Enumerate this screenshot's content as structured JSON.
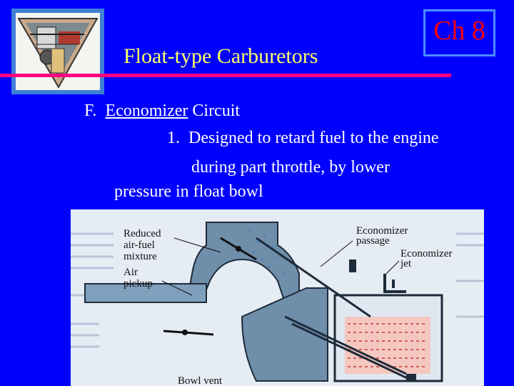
{
  "slide": {
    "title": "Float-type Carburetors",
    "chapter": "Ch 8"
  },
  "content": {
    "section_marker": "F.",
    "section_heading_underlined": "Economizer",
    "section_heading_rest": " Circuit",
    "item_number": "1.",
    "item_line1": "Designed to retard fuel to the engine",
    "item_line2": "during part throttle, by lower",
    "item_line3": "pressure in float bowl"
  },
  "diagram": {
    "label_reduced": "Reduced",
    "label_air_fuel": "air-fuel",
    "label_mixture": "mixture",
    "label_air": "Air",
    "label_pickup": "pickup",
    "label_economizer": "Economizer",
    "label_passage": "passage",
    "label_economizer2": "Economizer",
    "label_jet": "jet",
    "label_bowl_vent": "Bowl vent"
  },
  "colors": {
    "background": "#0000ff",
    "title": "#ffff66",
    "chapter": "#ff0000",
    "rule": "#ff0080",
    "body_text": "#ffffff"
  }
}
